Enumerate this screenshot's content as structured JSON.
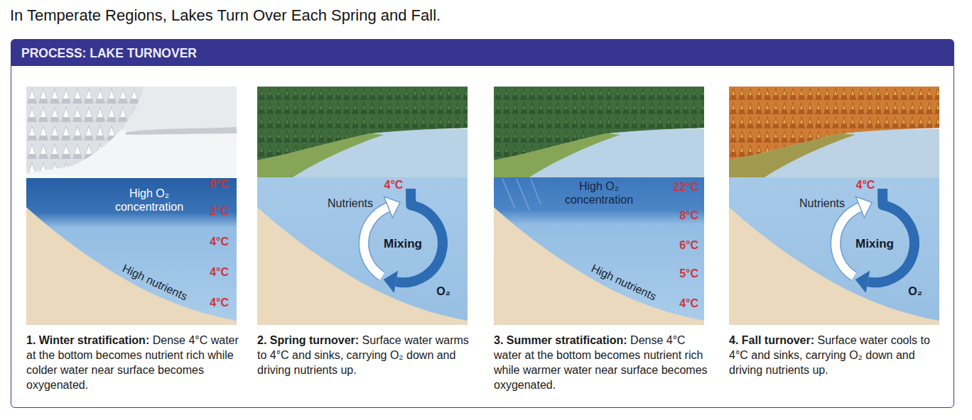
{
  "diagram": {
    "title": "In Temperate Regions, Lakes Turn Over Each Spring and Fall.",
    "nodes": [
      {
        "text": [
          "PROCESS: LAKE TURNOVER"
        ]
      },
      {
        "text": [
          "1. Winter stratification:",
          "Dense 4°C water at the bottom becomes nutrient rich while colder water near surface becomes oxygenated."
        ],
        "in": 0
      },
      {
        "text": [
          "2. Spring turnover:",
          "Surface water warms to 4°C and sinks, carrying O₂ down and driving nutrients up."
        ],
        "in": 0
      },
      {
        "text": [
          "3. Summer stratification:",
          "Dense 4°C water at the bottom becomes nutrient rich while warmer water near surface becomes oxygenated."
        ],
        "in": 0
      },
      {
        "text": [
          "4. Fall turnover:",
          "Surface water cools to 4°C and sinks, carrying O₂ down and driving nutrients up."
        ],
        "in": 0
      }
    ],
    "labels": [
      "0°C",
      "High O₂ concentration",
      "2°C",
      "4°C",
      "4°C",
      "High nutrients",
      "4°C",
      "4°C",
      "Nutrients",
      "Mixing",
      "O₂",
      "High O₂ concentration",
      "22°C",
      "8°C",
      "6°C",
      "5°C",
      "High nutrients",
      "4°C",
      "4°C",
      "Nutrients",
      "Mixing",
      "O₂"
    ]
  }
}
